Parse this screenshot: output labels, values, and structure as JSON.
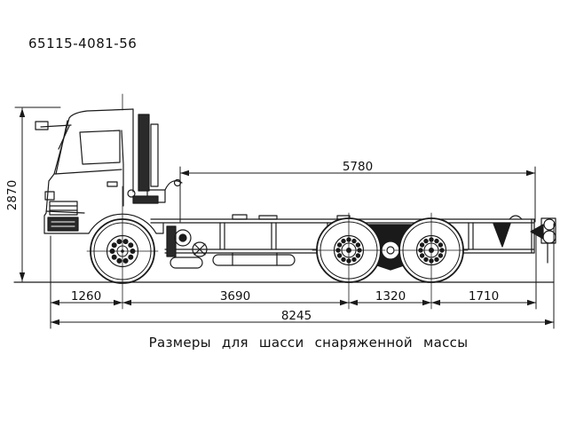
{
  "title": "65115-4081-56",
  "caption": "Размеры для шасси снаряженной массы",
  "dimensions": {
    "overall_height": "2870",
    "frame_length": "5780",
    "front_overhang": "1260",
    "wheelbase": "3690",
    "rear_axle_spacing": "1320",
    "rear_overhang": "1710",
    "overall_length": "8245"
  },
  "colors": {
    "line": "#1a1a1a",
    "background": "#ffffff"
  }
}
